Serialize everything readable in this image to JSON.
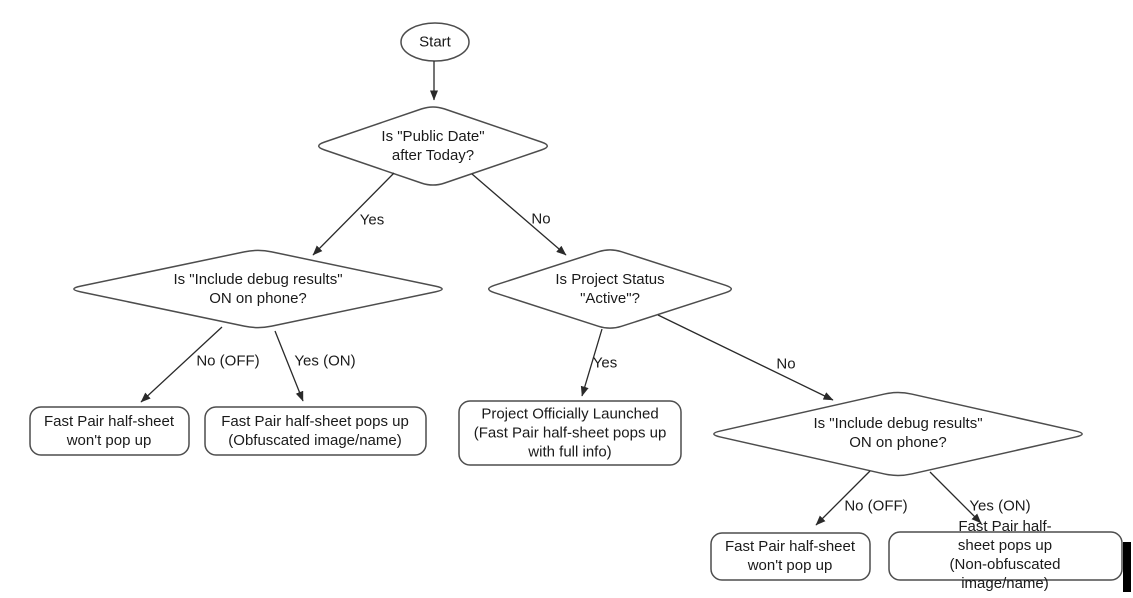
{
  "flowchart": {
    "nodes": {
      "start": {
        "shape": "terminator",
        "label": "Start"
      },
      "decision_public_date": {
        "shape": "decision",
        "label": "Is \"Public Date\"\nafter Today?"
      },
      "decision_debug_left": {
        "shape": "decision",
        "label": "Is \"Include debug results\"\nON on phone?"
      },
      "decision_project_status": {
        "shape": "decision",
        "label": "Is Project Status\n\"Active\"?"
      },
      "decision_debug_right": {
        "shape": "decision",
        "label": "Is \"Include debug results\"\nON on phone?"
      },
      "result_no_popup_left": {
        "shape": "rounded-box",
        "label": "Fast Pair half-sheet\nwon't pop up"
      },
      "result_obfuscated": {
        "shape": "rounded-box",
        "label": "Fast Pair half-sheet pops up\n(Obfuscated image/name)"
      },
      "result_launched": {
        "shape": "rounded-box",
        "label": "Project Officially Launched\n(Fast Pair half-sheet pops up\nwith full info)"
      },
      "result_no_popup_right": {
        "shape": "rounded-box",
        "label": "Fast Pair half-sheet\nwon't pop up"
      },
      "result_non_obfuscated": {
        "shape": "rounded-box",
        "label": "Fast Pair half-sheet pops up\n(Non-obfuscated image/name)"
      }
    },
    "edges": {
      "start_to_public_date": {
        "from": "start",
        "to": "decision_public_date",
        "label": ""
      },
      "public_date_yes": {
        "from": "decision_public_date",
        "to": "decision_debug_left",
        "label": "Yes"
      },
      "public_date_no": {
        "from": "decision_public_date",
        "to": "decision_project_status",
        "label": "No"
      },
      "debug_left_no_off": {
        "from": "decision_debug_left",
        "to": "result_no_popup_left",
        "label": "No (OFF)"
      },
      "debug_left_yes_on": {
        "from": "decision_debug_left",
        "to": "result_obfuscated",
        "label": "Yes (ON)"
      },
      "project_status_yes": {
        "from": "decision_project_status",
        "to": "result_launched",
        "label": "Yes"
      },
      "project_status_no": {
        "from": "decision_project_status",
        "to": "decision_debug_right",
        "label": "No"
      },
      "debug_right_no_off": {
        "from": "decision_debug_right",
        "to": "result_no_popup_right",
        "label": "No (OFF)"
      },
      "debug_right_yes_on": {
        "from": "decision_debug_right",
        "to": "result_non_obfuscated",
        "label": "Yes (ON)"
      }
    },
    "colors": {
      "background": "#ffffff",
      "shape_stroke": "#4d4d4d",
      "edge_stroke": "#2a2a2a",
      "text": "#1a1a1a"
    }
  }
}
